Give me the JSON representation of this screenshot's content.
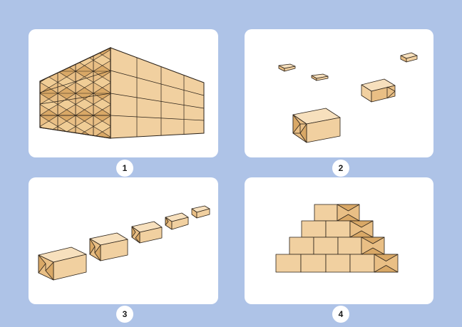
{
  "badges": {
    "one": "1",
    "two": "2",
    "three": "3",
    "four": "4"
  },
  "colors": {
    "background": "#aec3e7",
    "panel": "#ffffff",
    "brick_front": "#f1d0a0",
    "brick_top": "#f7e0bd",
    "brick_end": "#e9bf85",
    "brick_dark": "#d9a866",
    "outline": "#2a2118"
  }
}
